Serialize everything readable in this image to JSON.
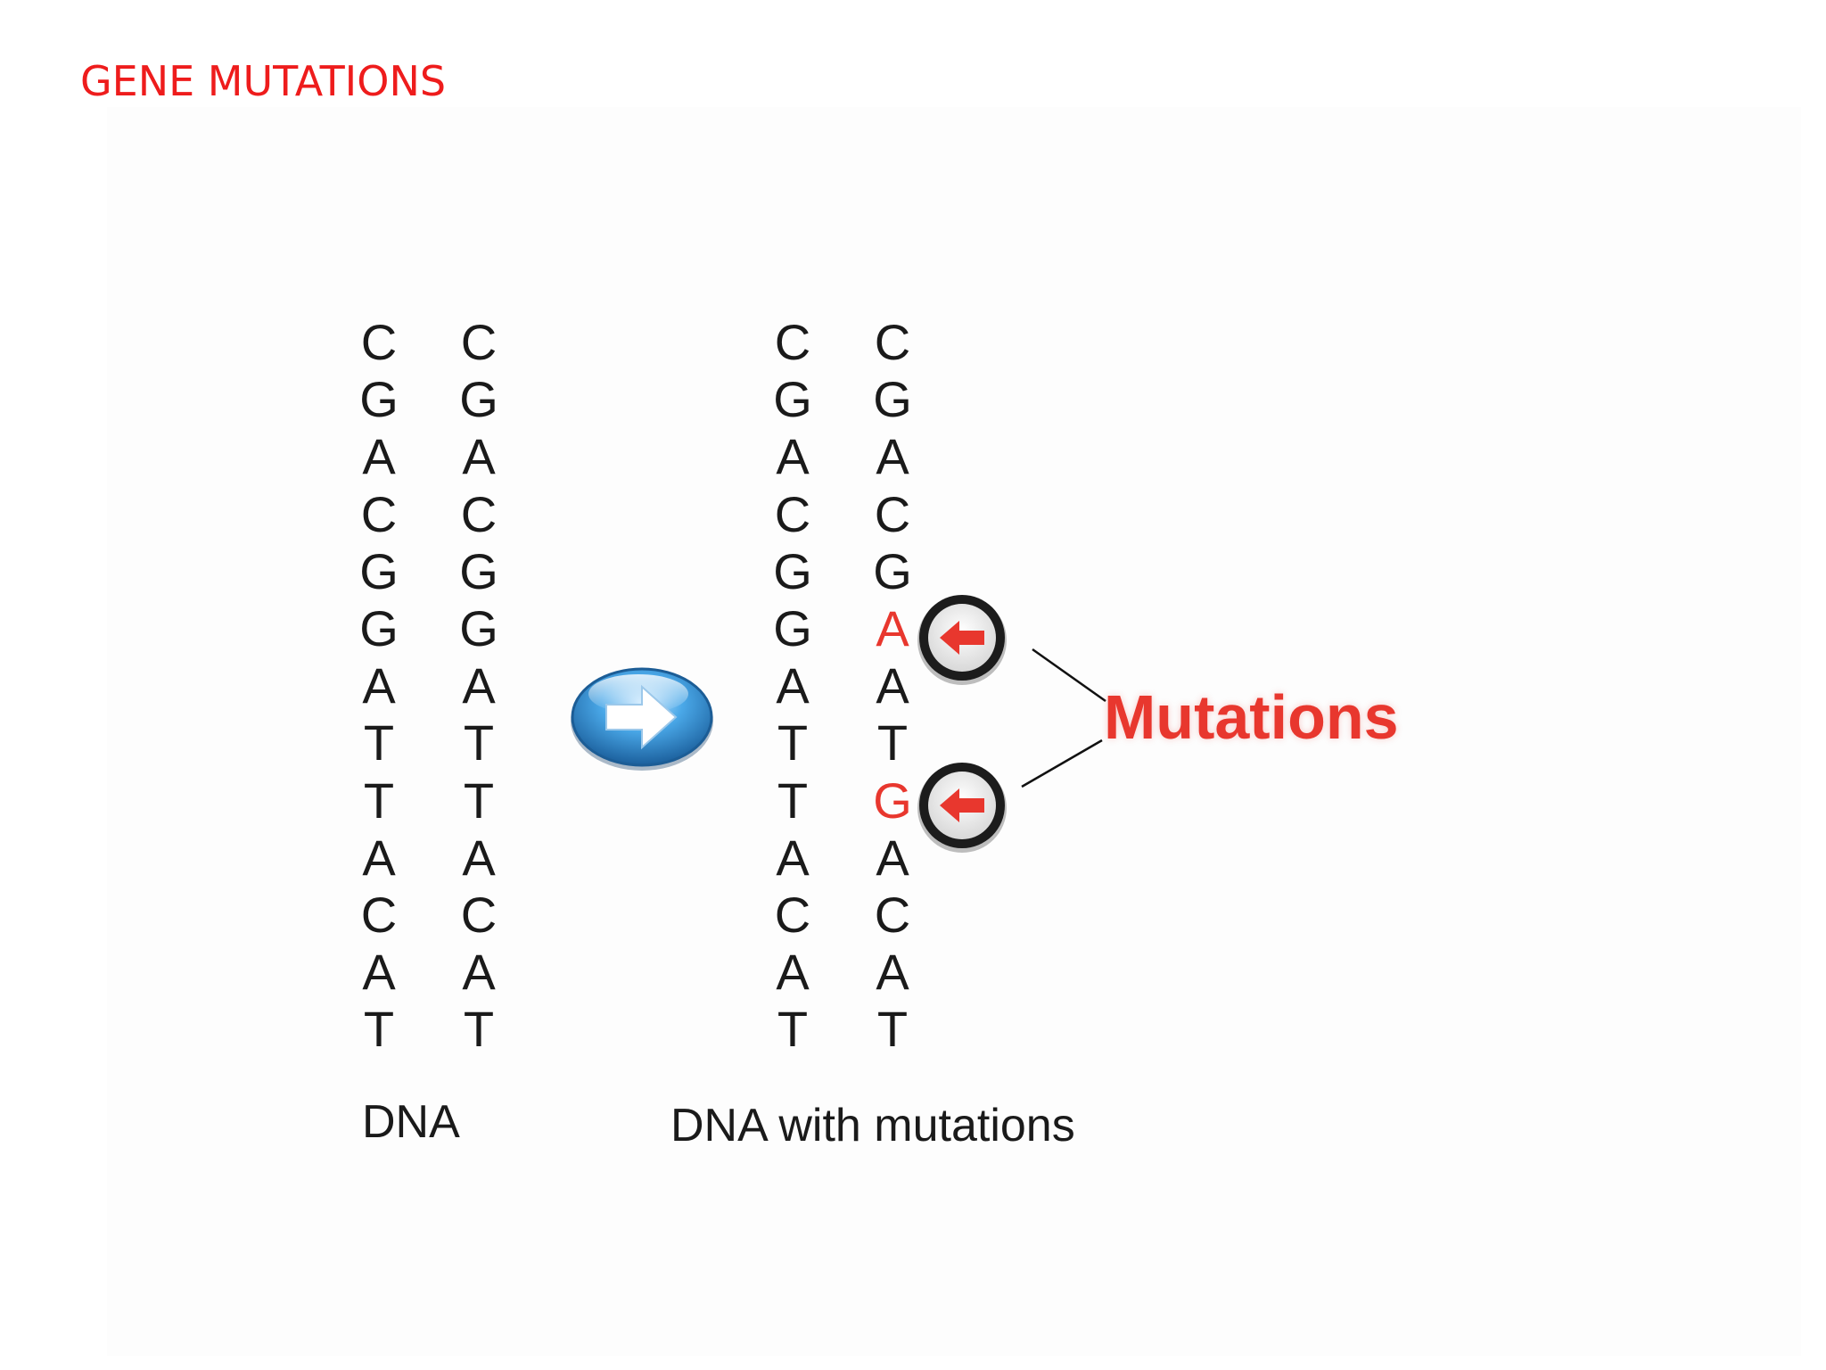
{
  "title": "GENE MUTATIONS",
  "original": {
    "label": "DNA",
    "left_strand": [
      "C",
      "G",
      "A",
      "C",
      "G",
      "G",
      "A",
      "T",
      "T",
      "A",
      "C",
      "A",
      "T"
    ],
    "right_strand": [
      "C",
      "G",
      "A",
      "C",
      "G",
      "G",
      "A",
      "T",
      "T",
      "A",
      "C",
      "A",
      "T"
    ]
  },
  "mutated": {
    "label": "DNA with mutations",
    "left_strand": [
      "C",
      "G",
      "A",
      "C",
      "G",
      "G",
      "A",
      "T",
      "T",
      "A",
      "C",
      "A",
      "T"
    ],
    "right_strand": [
      "C",
      "G",
      "A",
      "C",
      "G",
      "A",
      "A",
      "T",
      "G",
      "A",
      "C",
      "A",
      "T"
    ],
    "mutation_rows": [
      5,
      8
    ]
  },
  "mutations_label": "Mutations",
  "colors": {
    "title": "#ee1c1c",
    "mutation": "#e8372e",
    "arrow_blue": "#2f8fd0",
    "text": "#1a1a1a"
  },
  "icons": {
    "transform_arrow": "blue-right-arrow-icon",
    "mutation_marker": "red-left-arrow-badge-icon"
  }
}
